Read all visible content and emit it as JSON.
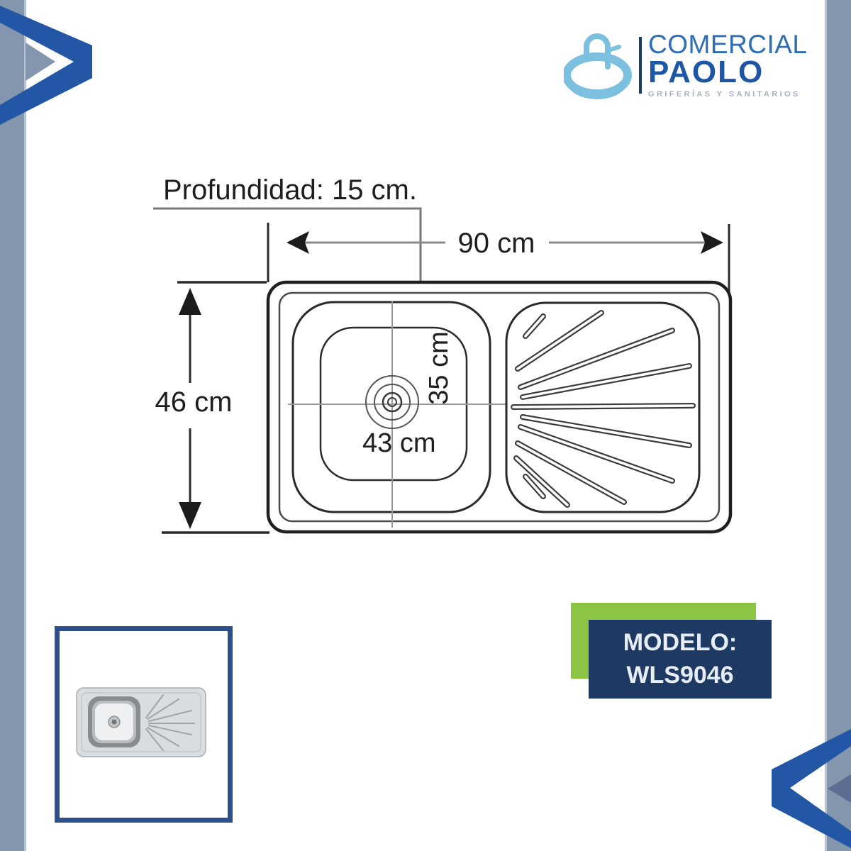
{
  "brand": {
    "line1": "COMERCIAL",
    "line2": "PAOLO",
    "tagline": "GRIFERÍAS Y SANITARIOS"
  },
  "diagram": {
    "depth_label": "Profundidad: 15 cm.",
    "width_label": "90 cm",
    "height_label": "46 cm",
    "bowl_width_label": "43 cm",
    "bowl_depth_label": "35 cm"
  },
  "model_badge": {
    "title": "MODELO:",
    "code": "WLS9046"
  },
  "colors": {
    "frame_gray": "#8396ad",
    "chevron_blue": "#2357a5",
    "corner_triangle_navy": "#5c6c92",
    "photo_frame_blue": "#2c4f8e",
    "badge_green": "#8cc544",
    "badge_navy": "#1e3a63",
    "badge_text": "#e7edf5",
    "logo_light_blue": "#7cc0e0",
    "brand_blue": "#2e6db2",
    "brand_dark_blue": "#1c56a4",
    "tagline_gray": "#a6b0bd",
    "diagram_line_dark": "#2b2b2b",
    "diagram_line_gray": "#8a8a8a"
  }
}
